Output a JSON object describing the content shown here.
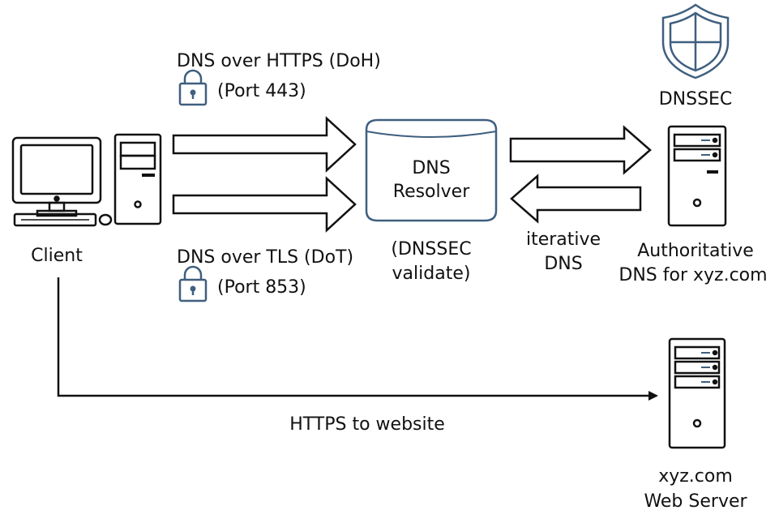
{
  "doh": {
    "title": "DNS over HTTPS (DoH)",
    "port": "(Port 443)"
  },
  "dot": {
    "title": "DNS over TLS (DoT)",
    "port": "(Port 853)"
  },
  "client": {
    "label": "Client"
  },
  "resolver": {
    "line1": "DNS",
    "line2": "Resolver",
    "note1": "(DNSSEC",
    "note2": "validate)"
  },
  "iterative": {
    "line1": "iterative",
    "line2": "DNS"
  },
  "dnssec": {
    "label": "DNSSEC"
  },
  "authoritative": {
    "line1": "Authoritative",
    "line2": "DNS for xyz.com"
  },
  "https": {
    "label": "HTTPS to website"
  },
  "webserver": {
    "line1": "xyz.com",
    "line2": "Web Server"
  },
  "colors": {
    "stroke": "#111111",
    "accent": "#3f5f7f"
  }
}
